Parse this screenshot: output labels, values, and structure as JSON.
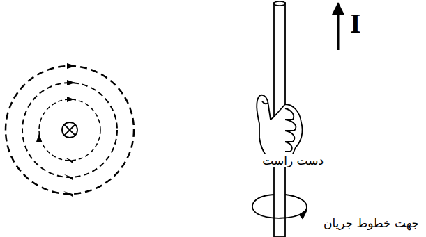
{
  "diagram": {
    "labels": [
      "I",
      "دست راست",
      "جهت خطوط جریان"
    ]
  }
}
